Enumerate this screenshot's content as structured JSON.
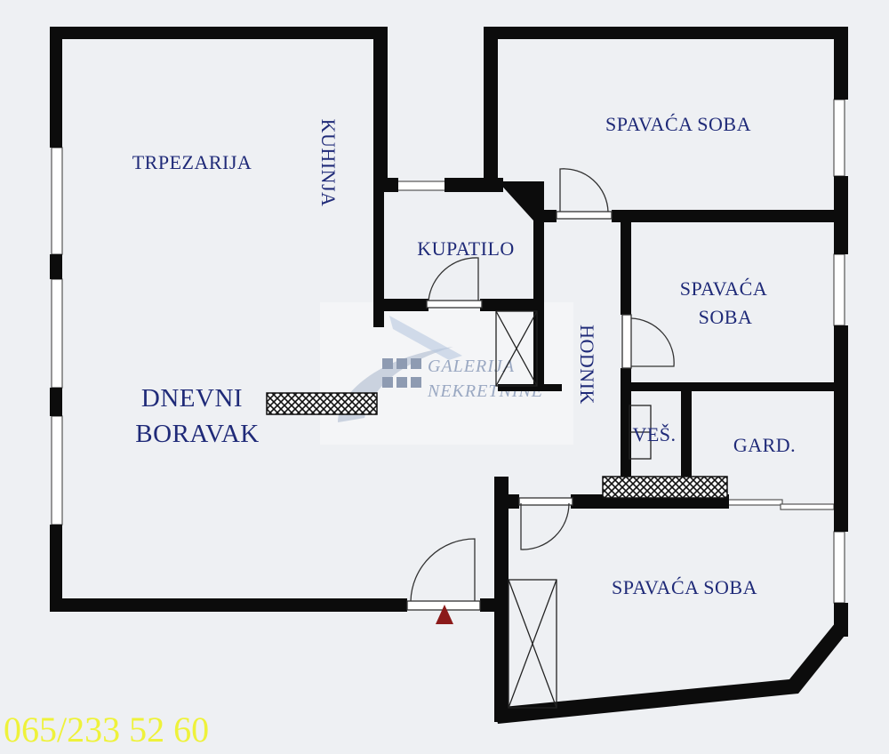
{
  "colors": {
    "background": "#eef0f3",
    "wall": "#0c0c0c",
    "label": "#1f2a78",
    "phone": "#eef23a",
    "entrance_marker": "#8b1a1a"
  },
  "rooms": {
    "trpezarija": "TRPEZARIJA",
    "kuhinja": "KUHINJA",
    "kupatilo": "KUPATILO",
    "dnevni_line1": "DNEVNI",
    "dnevni_line2": "BORAVAK",
    "hodnik": "HODNIK",
    "spavaca_top": "SPAVAĆA SOBA",
    "spavaca_mid_line1": "SPAVAĆA",
    "spavaca_mid_line2": "SOBA",
    "ves": "VEŠ.",
    "gard": "GARD.",
    "spavaca_bottom": "SPAVAĆA SOBA"
  },
  "watermark": {
    "line1": "GALERIJA",
    "line2": "NEKRETNINE"
  },
  "phone": "065/233 52 60",
  "icons": {
    "entrance": "entrance-arrow-icon",
    "watermark_logo": "galerija-logo-icon"
  }
}
